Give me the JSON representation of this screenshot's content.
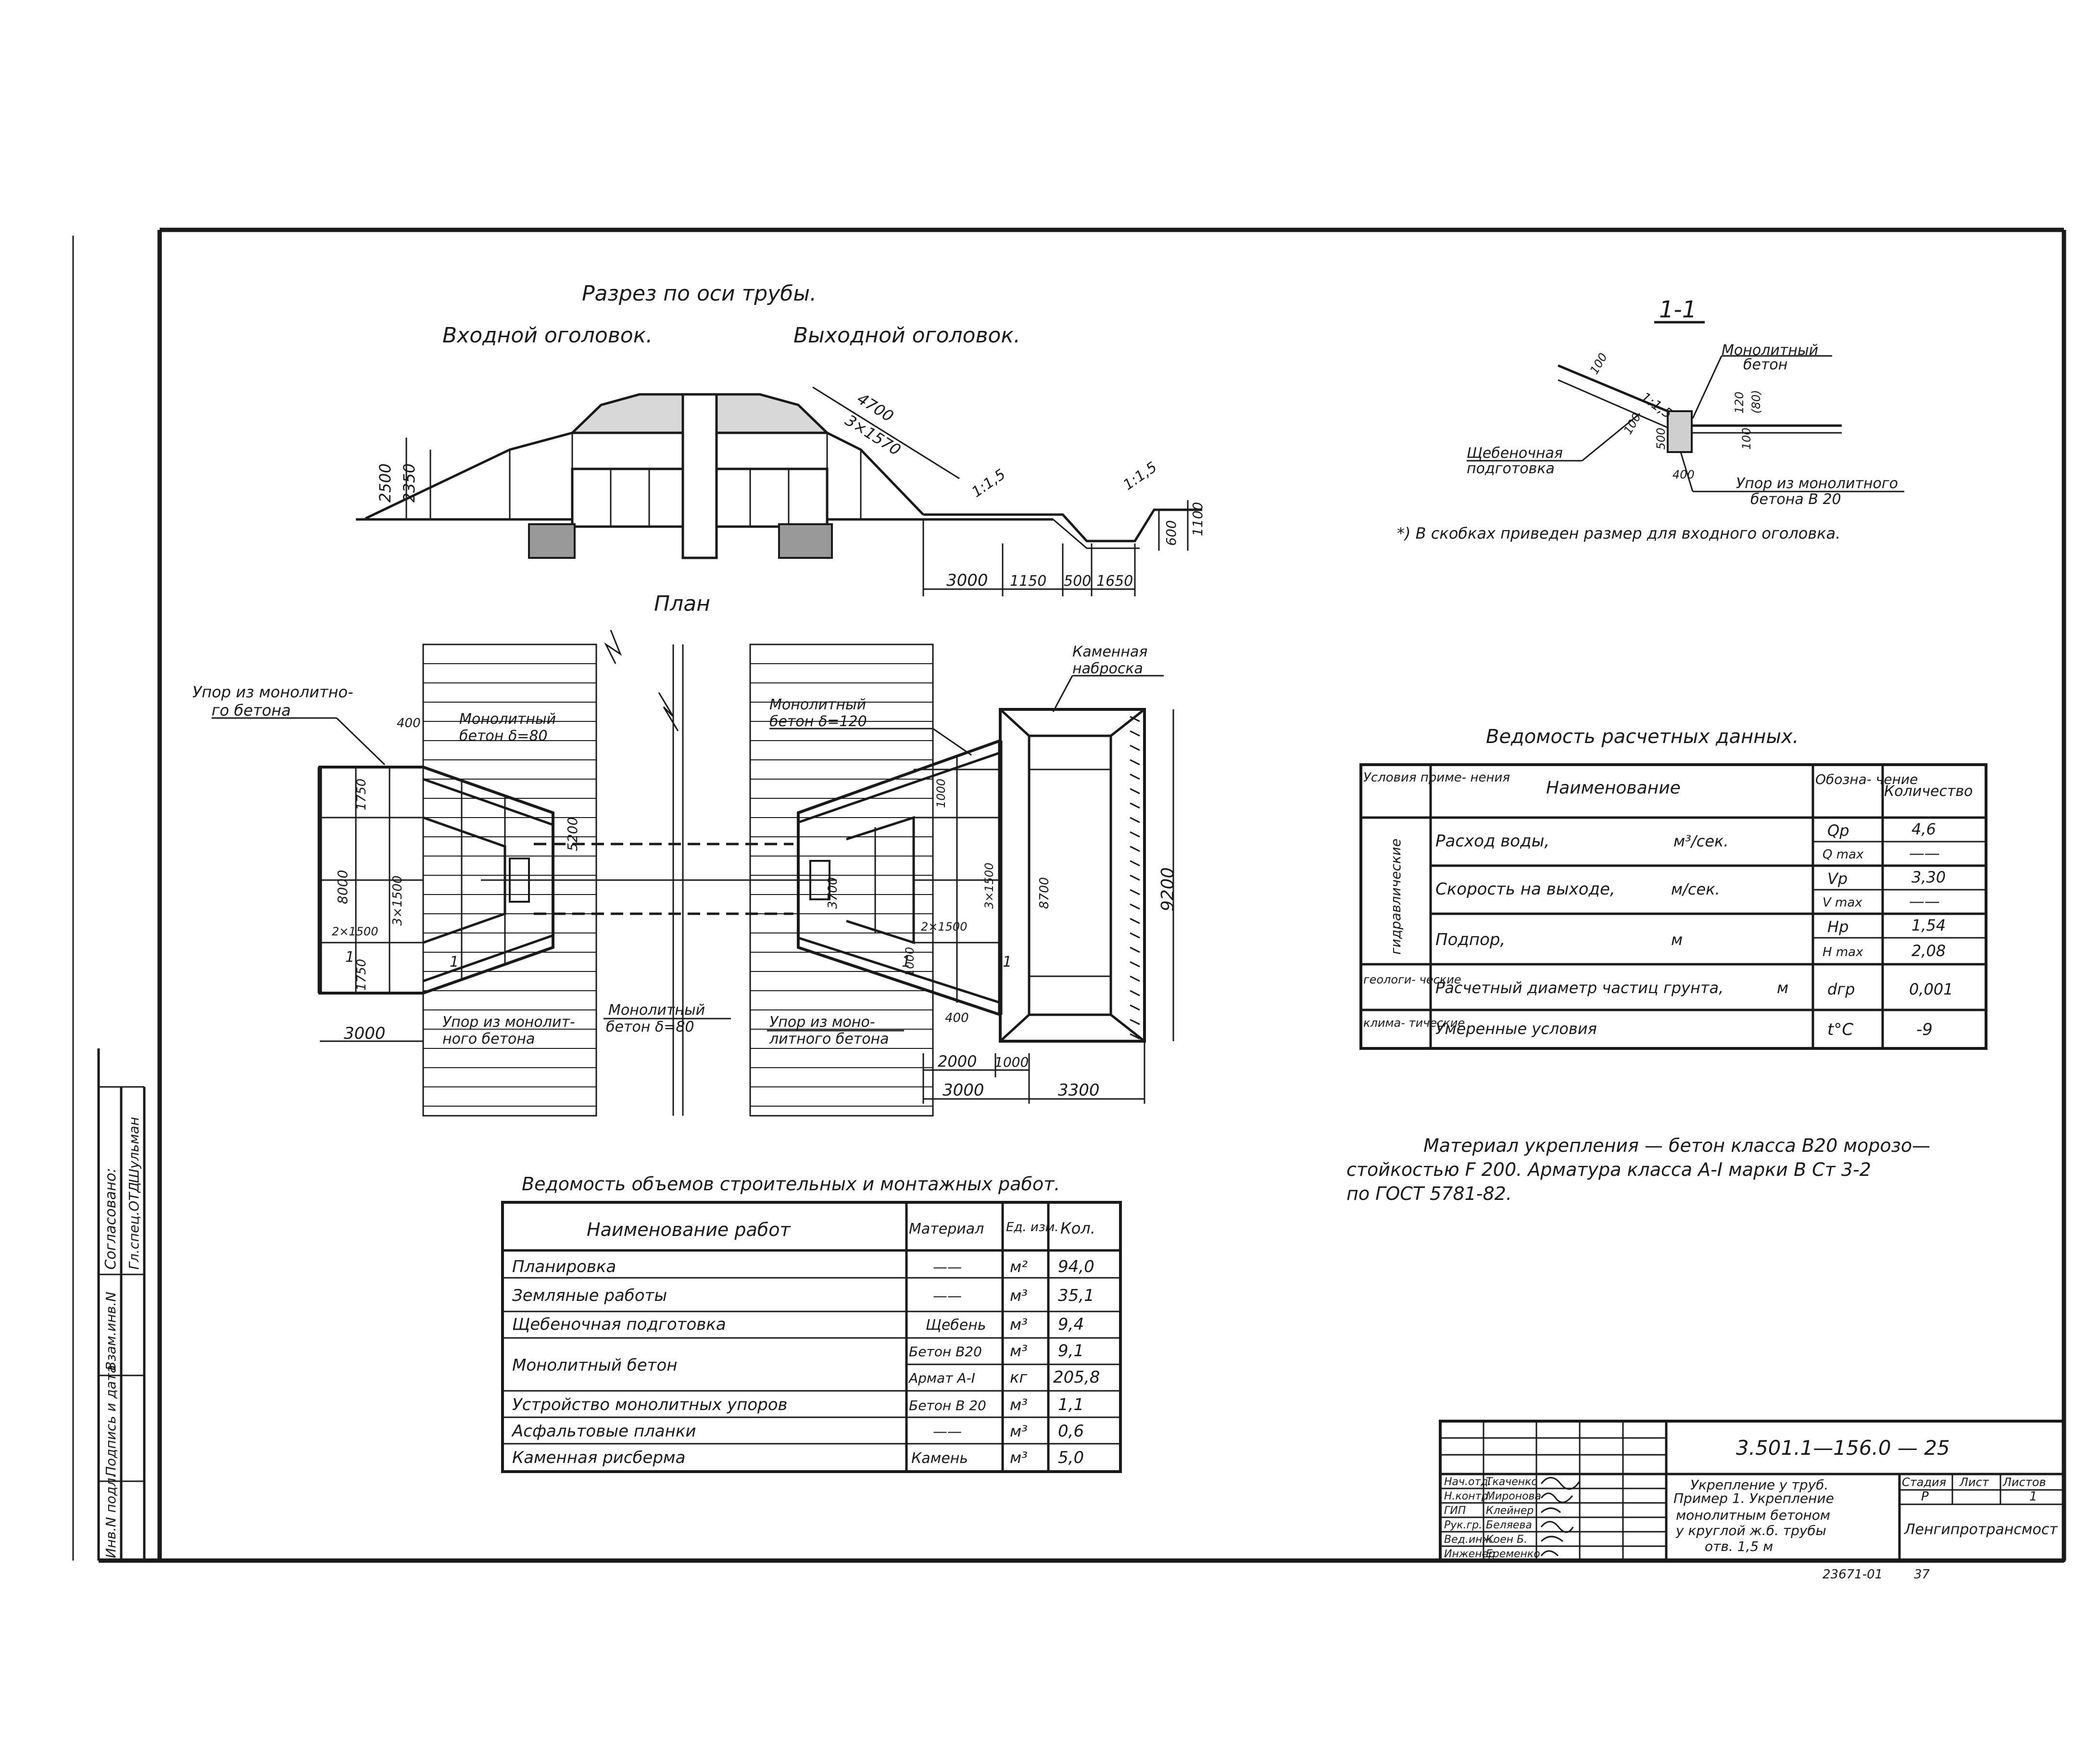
{
  "titles": {
    "section": "Разрез по оси трубы.",
    "inlet": "Входной оголовок.",
    "outlet": "Выходной оголовок.",
    "plan": "План",
    "section11": "1-1"
  },
  "section_dims": {
    "h2500": "2500",
    "h2350": "2350",
    "slope_len": "4700",
    "slope_seg": "3×1570",
    "slope1": "1:1,5",
    "slope2": "1:1,5",
    "h600": "600",
    "h1100": "1100",
    "d3000": "3000",
    "d1150": "1150",
    "d500": "500",
    "d1650": "1650"
  },
  "s11": {
    "label_monolith": "Монолитный",
    "label_monolith2": "бетон",
    "label_gravel": "Щебеночная",
    "label_gravel2": "подготовка",
    "label_stop": "Упор из монолитного",
    "label_stop2": "бетона В 20",
    "slope": "1:1,5",
    "d100a": "100",
    "d100b": "100",
    "d100c": "100",
    "d120": "120",
    "d80": "(80)",
    "d500": "500",
    "d400": "400"
  },
  "footnote": "*) В скобках приведен размер для входного оголовка.",
  "plan": {
    "stop_label": "Упор из монолитно-",
    "stop_label2": "го бетона",
    "monolith80_a": "Монолитный",
    "monolith80_b": "бетон δ=80",
    "monolith120_a": "Монолитный",
    "monolith120_b": "бетон δ=120",
    "monolith80c_a": "Монолитный",
    "monolith80c_b": "бетон δ=80",
    "rock_a": "Каменная",
    "rock_b": "наброска",
    "stop_bottom_a": "Упор из монолит-",
    "stop_bottom_b": "ного бетона",
    "stop_bottom2_a": "Упор из моно-",
    "stop_bottom2_b": "литного бетона",
    "d400a": "400",
    "d1750": "1750",
    "d5200": "5200",
    "d8000": "8000",
    "d3x1500": "3×1500",
    "d2x1500a": "2×1500",
    "d1750b": "1750",
    "d3000a": "3000",
    "d3700": "3700",
    "d3x1500b": "3×1500",
    "d8700": "8700",
    "d2x1500b": "2×1500",
    "d1000a": "1000",
    "d1000b": "1000",
    "d400b": "400",
    "d9200": "9200",
    "d2000": "2000",
    "d1000c": "1000",
    "d3000b": "3000",
    "d3300": "3300",
    "cut1": "1",
    "cut2": "1",
    "cut3": "1",
    "cut4": "1"
  },
  "calc_table": {
    "title": "Ведомость расчетных данных.",
    "headers": [
      "Условия приме- нения",
      "Наименование",
      "Обозна- чение",
      "Количество"
    ],
    "group_hydro": "гидравлические",
    "group_geo": "геологи- ческие",
    "group_clim": "клима- тические",
    "rows": [
      {
        "name": "Расход воды,",
        "unit": "м³/сек.",
        "sym": "Qр",
        "val": "4,6"
      },
      {
        "sym": "Q max",
        "val": "——"
      },
      {
        "name": "Скорость на выходе,",
        "unit": "м/сек.",
        "sym": "Vр",
        "val": "3,30"
      },
      {
        "sym": "V max",
        "val": "——"
      },
      {
        "name": "Подпор,",
        "unit": "м",
        "sym": "Hр",
        "val": "1,54"
      },
      {
        "sym": "H max",
        "val": "2,08"
      },
      {
        "name": "Расчетный диаметр частиц грунта,",
        "unit": "м",
        "sym": "dгр",
        "val": "0,001"
      },
      {
        "name": "Умеренные условия",
        "unit": "",
        "sym": "t°C",
        "val": "-9"
      }
    ]
  },
  "material_note": {
    "l1": "Материал укрепления — бетон класса В20 морозо—",
    "l2": "стойкостью F 200. Арматура класса А-I марки В Ст 3-2",
    "l3": "по ГОСТ 5781-82."
  },
  "works_table": {
    "title": "Ведомость объемов строительных и монтажных работ.",
    "headers": [
      "Наименование работ",
      "Материал",
      "Ед. изм.",
      "Кол."
    ],
    "rows": [
      {
        "name": "Планировка",
        "mat": "——",
        "unit": "м²",
        "qty": "94,0"
      },
      {
        "name": "Земляные работы",
        "mat": "——",
        "unit": "м³",
        "qty": "35,1"
      },
      {
        "name": "Щебеночная подготовка",
        "mat": "Щебень",
        "unit": "м³",
        "qty": "9,4"
      },
      {
        "name": "Монолитный бетон",
        "mat": "Бетон В20",
        "unit": "м³",
        "qty": "9,1"
      },
      {
        "name": "",
        "mat": "Армат А-I",
        "unit": "кг",
        "qty": "205,8"
      },
      {
        "name": "Устройство монолитных упоров",
        "mat": "Бетон В 20",
        "unit": "м³",
        "qty": "1,1"
      },
      {
        "name": "Асфальтовые планки",
        "mat": "——",
        "unit": "м³",
        "qty": "0,6"
      },
      {
        "name": "Каменная рисберма",
        "mat": "Камень",
        "unit": "м³",
        "qty": "5,0"
      }
    ]
  },
  "side_stamp": {
    "agreed": "Согласовано:",
    "gl_spec": "Гл.спец.ОТД",
    "name": "Шульман",
    "inv_a": "Взам.инв.N",
    "sign_date": "Подпись и дата",
    "inv_orig": "Инв.N подл."
  },
  "title_block": {
    "code": "3.501.1—156.0 — 25",
    "roles": [
      "Нач.отд.",
      "Н.контр.",
      "ГИП",
      "Рук.гр.",
      "Вед.инж.",
      "Инженер"
    ],
    "names": [
      "Ткаченко",
      "Миронова",
      "Клейнер",
      "Беляева",
      "Коен Б.",
      "Еременко"
    ],
    "sheet_title_1": "Укрепление у труб.",
    "sheet_title_2": "Пример 1. Укрепление",
    "sheet_title_3": "монолитным бетоном",
    "sheet_title_4": "у круглой ж.б. трубы",
    "sheet_title_5": "отв. 1,5 м",
    "stage_h": "Стадия",
    "sheet_h": "Лист",
    "sheets_h": "Листов",
    "stage": "Р",
    "sheets": "1",
    "org": "Ленгипротрансмост",
    "archive": "23671-01",
    "page": "37"
  }
}
